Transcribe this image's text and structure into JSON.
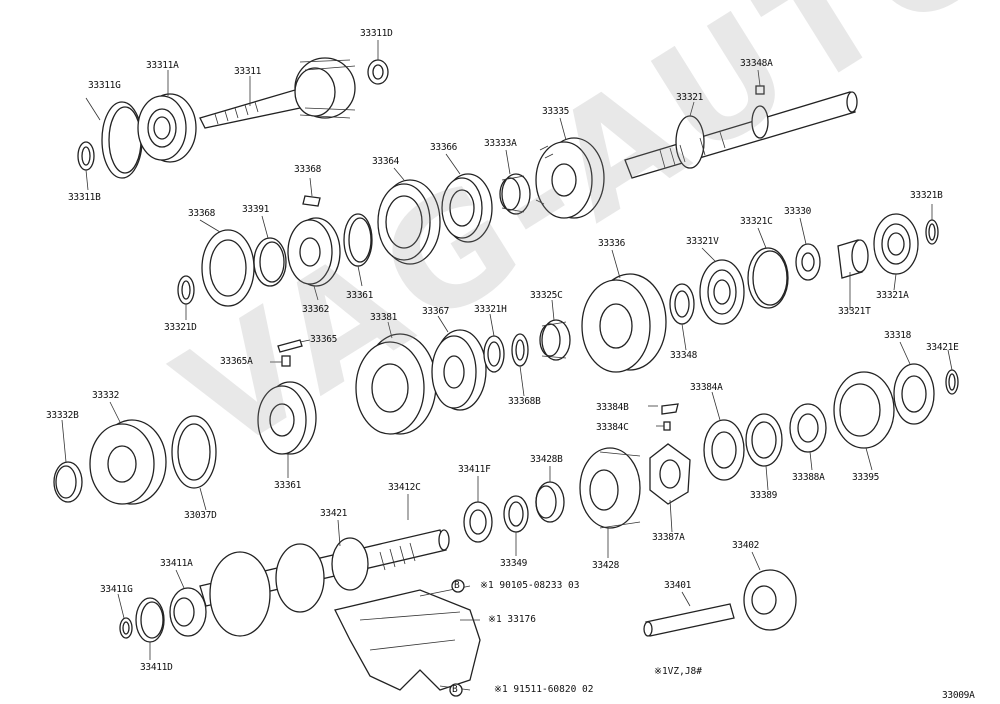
{
  "watermark": "VAG-AUTO.RU",
  "figure_code": "33009A",
  "notes": [
    {
      "id": "note-b",
      "marker": "B",
      "text": "※1 90105-08233 03"
    },
    {
      "id": "note-1",
      "marker": "",
      "text": "※1 33176"
    },
    {
      "id": "note-d",
      "marker": "B",
      "text": "※1 91511-60820 02"
    },
    {
      "id": "note-engine",
      "marker": "",
      "text": "※1VZ,J8#"
    }
  ],
  "labels": [
    {
      "id": "p33311D",
      "text": "33311D"
    },
    {
      "id": "p33311A",
      "text": "33311A"
    },
    {
      "id": "p33311",
      "text": "33311"
    },
    {
      "id": "p33311G",
      "text": "33311G"
    },
    {
      "id": "p33311B",
      "text": "33311B"
    },
    {
      "id": "p33348A",
      "text": "33348A"
    },
    {
      "id": "p33321",
      "text": "33321"
    },
    {
      "id": "p33335",
      "text": "33335"
    },
    {
      "id": "p33333A",
      "text": "33333A"
    },
    {
      "id": "p33366",
      "text": "33366"
    },
    {
      "id": "p33364",
      "text": "33364"
    },
    {
      "id": "p33368a",
      "text": "33368"
    },
    {
      "id": "p33368b",
      "text": "33368"
    },
    {
      "id": "p33391",
      "text": "33391"
    },
    {
      "id": "p33362",
      "text": "33362"
    },
    {
      "id": "p33361b",
      "text": "33361"
    },
    {
      "id": "p33321D",
      "text": "33321D"
    },
    {
      "id": "p33321B",
      "text": "33321B"
    },
    {
      "id": "p33330",
      "text": "33330"
    },
    {
      "id": "p33321C",
      "text": "33321C"
    },
    {
      "id": "p33321V",
      "text": "33321V"
    },
    {
      "id": "p33336",
      "text": "33336"
    },
    {
      "id": "p33321A",
      "text": "33321A"
    },
    {
      "id": "p33321T",
      "text": "33321T"
    },
    {
      "id": "p33348",
      "text": "33348"
    },
    {
      "id": "p33365",
      "text": "33365"
    },
    {
      "id": "p33365A",
      "text": "33365A"
    },
    {
      "id": "p33381",
      "text": "33381"
    },
    {
      "id": "p33367",
      "text": "33367"
    },
    {
      "id": "p33321H",
      "text": "33321H"
    },
    {
      "id": "p33325C",
      "text": "33325C"
    },
    {
      "id": "p33368B",
      "text": "33368B"
    },
    {
      "id": "p33318",
      "text": "33318"
    },
    {
      "id": "p33421E",
      "text": "33421E"
    },
    {
      "id": "p33332",
      "text": "33332"
    },
    {
      "id": "p33332B",
      "text": "33332B"
    },
    {
      "id": "p33037D",
      "text": "33037D"
    },
    {
      "id": "p33361",
      "text": "33361"
    },
    {
      "id": "p33384B",
      "text": "33384B"
    },
    {
      "id": "p33384C",
      "text": "33384C"
    },
    {
      "id": "p33384A",
      "text": "33384A"
    },
    {
      "id": "p33389",
      "text": "33389"
    },
    {
      "id": "p33388A",
      "text": "33388A"
    },
    {
      "id": "p33395",
      "text": "33395"
    },
    {
      "id": "p33411F",
      "text": "33411F"
    },
    {
      "id": "p33428B",
      "text": "33428B"
    },
    {
      "id": "p33387A",
      "text": "33387A"
    },
    {
      "id": "p33428",
      "text": "33428"
    },
    {
      "id": "p33349",
      "text": "33349"
    },
    {
      "id": "p33421",
      "text": "33421"
    },
    {
      "id": "p33412C",
      "text": "33412C"
    },
    {
      "id": "p33411A",
      "text": "33411A"
    },
    {
      "id": "p33411G",
      "text": "33411G"
    },
    {
      "id": "p33411D",
      "text": "33411D"
    },
    {
      "id": "p33402",
      "text": "33402"
    },
    {
      "id": "p33401",
      "text": "33401"
    }
  ]
}
